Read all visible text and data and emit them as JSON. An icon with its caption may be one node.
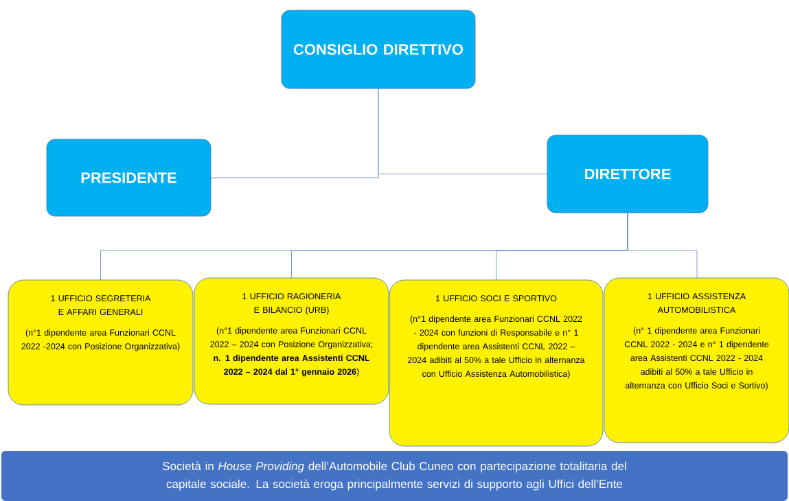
{
  "diagram": {
    "nodes": [
      {
        "text": [
          "CONSIGLIO DIRETTIVO"
        ]
      },
      {
        "text": [
          "PRESIDENTE"
        ]
      },
      {
        "text": [
          "DIRETTORE"
        ]
      },
      {
        "text": [
          "1 UFFICIO SEGRETERIA E AFFARI GENERALI",
          "(n°1 dipendente area Funzionari CCNL 2022 -2024 con Posizione Organizzativa)"
        ]
      },
      {
        "text": [
          "1 UFFICIO RAGIONERIA E BILANCIO (URB)",
          "(n°1 dipendente area Funzionari CCNL 2022 – 2024 con Posizione Organizzativa; **n. 1 dipendente area Assistenti CCNL 2022 – 2024 dal 1° gennaio 2026**)"
        ]
      },
      {
        "text": [
          "1 UFFICIO SOCI E SPORTIVO",
          "(n°1 dipendente area Funzionari CCNL 2022 - 2024 con funzioni di Responsabile e n° 1 dipendente area Assistenti CCNL 2022 – 2024 adibiti al 50% a tale Ufficio in alternanza con Ufficio Assistenza Automobilistica)"
        ]
      },
      {
        "text": [
          "1 UFFICIO ASSISTENZA AUTOMOBILISTICA",
          "(n° 1 dipendente area Funzionari CCNL 2022 - 2024 e n° 1 dipendente area Assistenti CCNL 2022 - 2024 adibiti al 50% a tale Ufficio in alternanza con Ufficio Soci e Sortivo)"
        ]
      },
      {
        "text": [
          "Società in *House Providing* dell’Automobile Club Cuneo con partecipazione totalitaria del capitale sociale. La società eroga principalmente servizi di supporto agli Uffici dell’Ente"
        ]
      }
    ],
    "edges": [
      {
        "from": 0,
        "to": 1,
        "arrow": "none"
      },
      {
        "from": 0,
        "to": 2,
        "arrow": "none"
      },
      {
        "from": 2,
        "to": 3,
        "arrow": "none"
      },
      {
        "from": 2,
        "to": 4,
        "arrow": "none"
      },
      {
        "from": 2,
        "to": 5,
        "arrow": "none"
      },
      {
        "from": 2,
        "to": 6,
        "arrow": "none"
      }
    ]
  }
}
